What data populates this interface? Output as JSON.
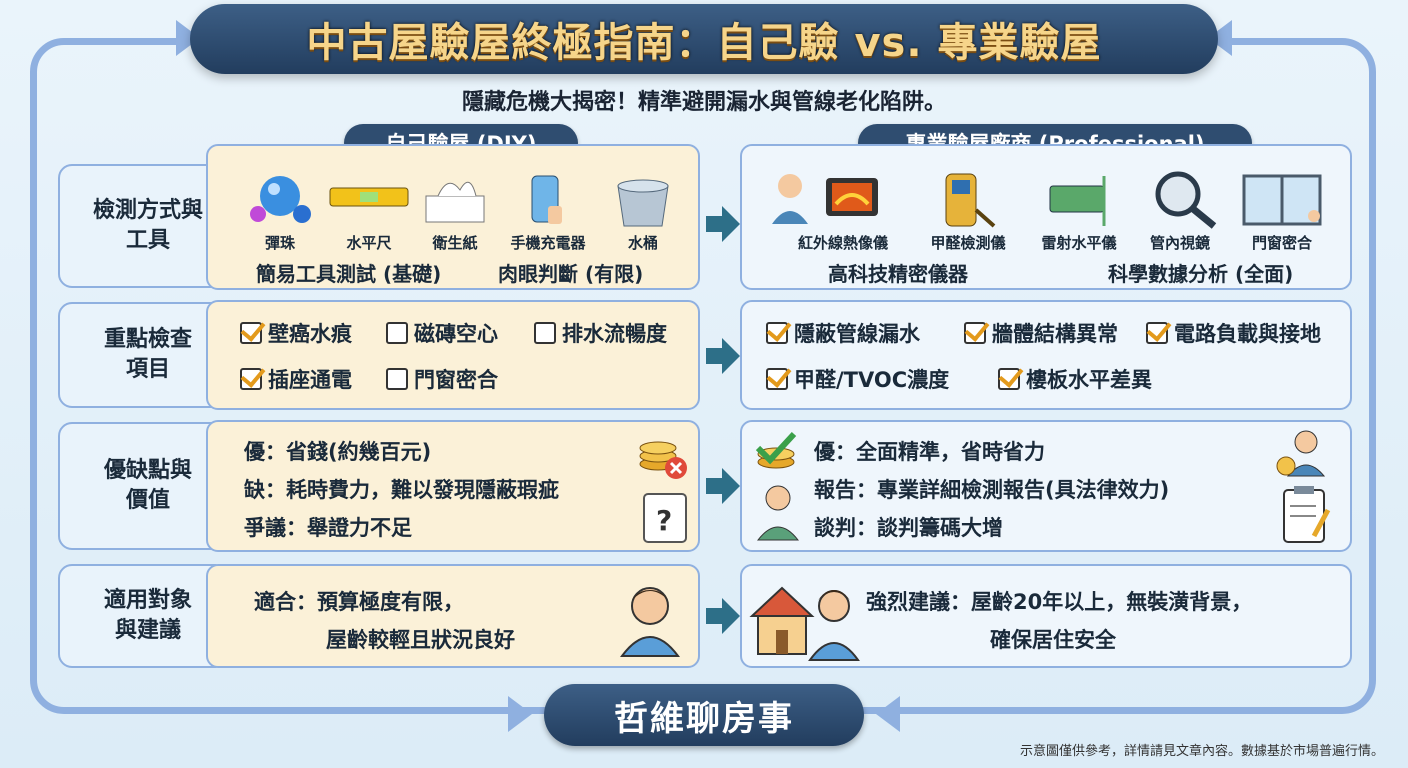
{
  "title": "中古屋驗屋終極指南：自己驗 vs. 專業驗屋",
  "subtitle": "隱藏危機大揭密！精準避開漏水與管線老化陷阱。",
  "columns": {
    "diy": "自己驗屋 (DIY)",
    "pro": "專業驗屋廠商 (Professional)"
  },
  "rows": {
    "methods": {
      "label_line1": "檢測方式與",
      "label_line2": "工具",
      "diy_tools": [
        "彈珠",
        "水平尺",
        "衛生紙",
        "手機充電器",
        "水桶"
      ],
      "diy_summary_a": "簡易工具測試 (基礎)",
      "diy_summary_b": "肉眼判斷 (有限)",
      "pro_tools": [
        "紅外線熱像儀",
        "甲醛檢測儀",
        "雷射水平儀",
        "管內視鏡",
        "門窗密合"
      ],
      "pro_summary_a": "高科技精密儀器",
      "pro_summary_b": "科學數據分析 (全面)"
    },
    "checks": {
      "label_line1": "重點檢查",
      "label_line2": "項目",
      "diy_items": [
        {
          "text": "壁癌水痕",
          "checked": true
        },
        {
          "text": "磁磚空心",
          "checked": false
        },
        {
          "text": "排水流暢度",
          "checked": false
        },
        {
          "text": "插座通電",
          "checked": true
        },
        {
          "text": "門窗密合",
          "checked": false
        }
      ],
      "pro_items": [
        {
          "text": "隱蔽管線漏水",
          "checked": true
        },
        {
          "text": "牆體結構異常",
          "checked": true
        },
        {
          "text": "電路負載與接地",
          "checked": true
        },
        {
          "text": "甲醛/TVOC濃度",
          "checked": true
        },
        {
          "text": "樓板水平差異",
          "checked": true
        }
      ]
    },
    "pros_cons": {
      "label_line1": "優缺點與",
      "label_line2": "價值",
      "diy_lines": [
        "優：省錢(約幾百元)",
        "缺：耗時費力，難以發現隱蔽瑕疵",
        "爭議：舉證力不足"
      ],
      "pro_lines": [
        "優：全面精準，省時省力",
        "報告：專業詳細檢測報告(具法律效力)",
        "談判：談判籌碼大增"
      ]
    },
    "audience": {
      "label_line1": "適用對象",
      "label_line2": "與建議",
      "diy_line1": "適合：預算極度有限，",
      "diy_line2": "屋齡較輕且狀況良好",
      "pro_line1": "強烈建議：屋齡20年以上，無裝潢背景，",
      "pro_line2": "確保居住安全"
    }
  },
  "footer": "哲維聊房事",
  "note": "示意圖僅供參考，詳情請見文章內容。數據基於市場普遍行情。",
  "colors": {
    "navy": "#2f4d70",
    "gold": "#f6d58a",
    "check": "#e39a1c",
    "diy_bg": "#fbf1d8",
    "pro_bg": "#eff6fc"
  }
}
